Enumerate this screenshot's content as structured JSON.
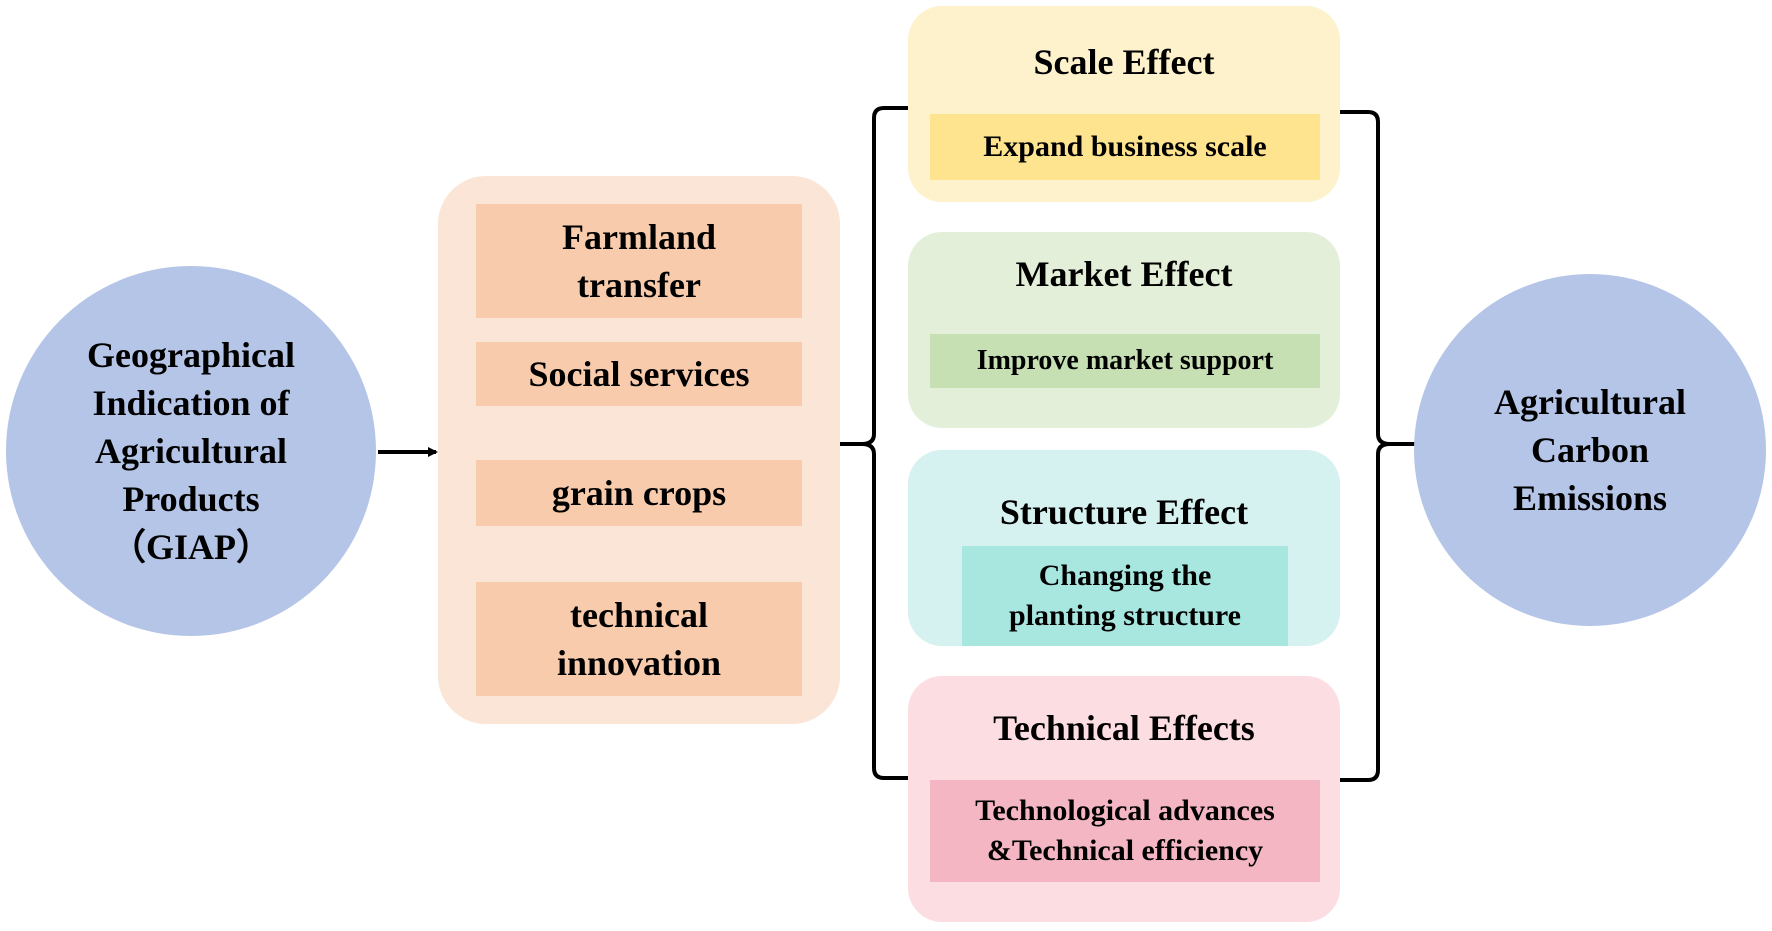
{
  "source": {
    "label": "Geographical\nIndication of\nAgricultural\nProducts\n（GIAP）"
  },
  "mechanisms": [
    {
      "label": "Farmland\ntransfer"
    },
    {
      "label": "Social services"
    },
    {
      "label": "grain crops"
    },
    {
      "label": "technical\ninnovation"
    }
  ],
  "effects": [
    {
      "title": "Scale Effect",
      "desc": "Expand business scale",
      "bg": "#fef2cc",
      "inner": "#ffe48f"
    },
    {
      "title": "Market Effect",
      "desc": "Improve market support",
      "bg": "#e3efd9",
      "inner": "#c6e0b4"
    },
    {
      "title": "Structure Effect",
      "desc": "Changing the\nplanting structure",
      "bg": "#d6f2f0",
      "inner": "#a8e6e0"
    },
    {
      "title": "Technical Effects",
      "desc": "Technological advances\n&Technical efficiency",
      "bg": "#fbdde2",
      "inner": "#f4b6c2"
    }
  ],
  "target": {
    "label": "Agricultural\nCarbon\nEmissions"
  },
  "colors": {
    "circle": "#b4c5e7",
    "panel": "#fbe5d6",
    "mechanism": "#f8cbad"
  }
}
